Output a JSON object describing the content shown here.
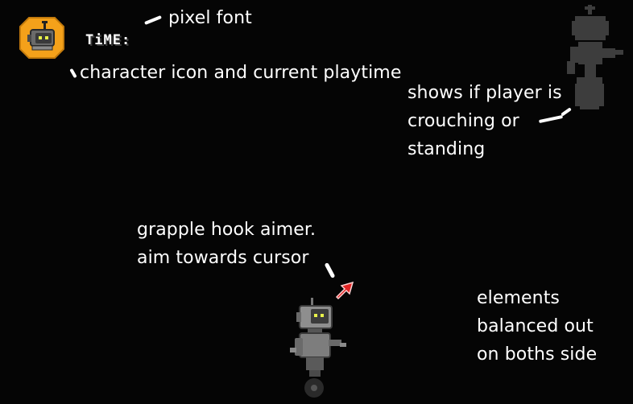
{
  "hud": {
    "time_label": "TiME:",
    "icon": "robot-head-icon",
    "icon_bg_color": "#f4a11a"
  },
  "annotations": {
    "pixel_font": "pixel font",
    "character_icon": "character icon and current playtime",
    "crouch_indicator": [
      "shows if player is",
      "crouching or",
      "standing"
    ],
    "grapple_aimer": [
      "grapple hook aimer.",
      "aim towards cursor"
    ],
    "balance": [
      "elements",
      "balanced out",
      "on boths side"
    ]
  },
  "sprites": {
    "player": "robot-player-sprite",
    "aimer": "red-arrow-aimer-icon",
    "stance_indicator": "robot-silhouette-icon"
  }
}
